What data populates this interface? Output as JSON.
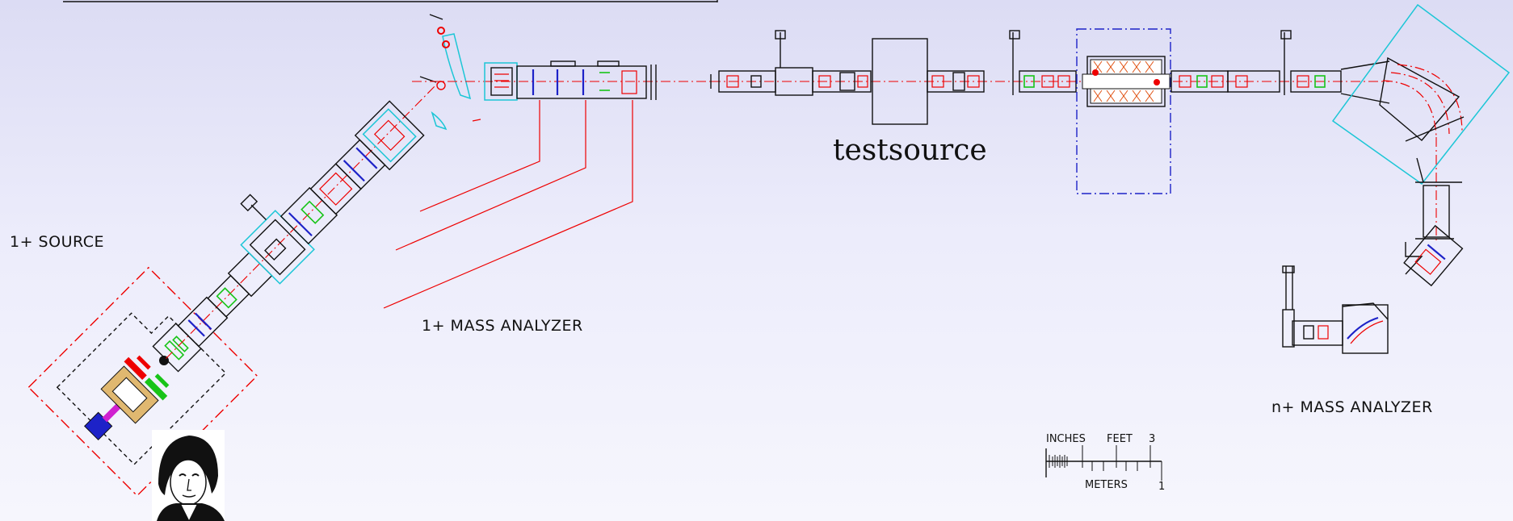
{
  "labels": {
    "source_1plus": "1+ SOURCE",
    "mass_analyzer_1plus": "1+ MASS ANALYZER",
    "testsource": "testsource",
    "mass_analyzer_nplus": "n+ MASS ANALYZER"
  },
  "scale_bar": {
    "inches": "INCHES",
    "feet": "FEET",
    "feet_value": "3",
    "meters": "METERS",
    "meters_value": "1"
  },
  "colors": {
    "beamline": "#e00000",
    "cyan_chamber": "#1cc6d6",
    "blue_element": "#1d22c8",
    "green_element": "#18c418",
    "line": "#111111"
  },
  "icons": {
    "portrait": "goethe-portrait-logo"
  }
}
